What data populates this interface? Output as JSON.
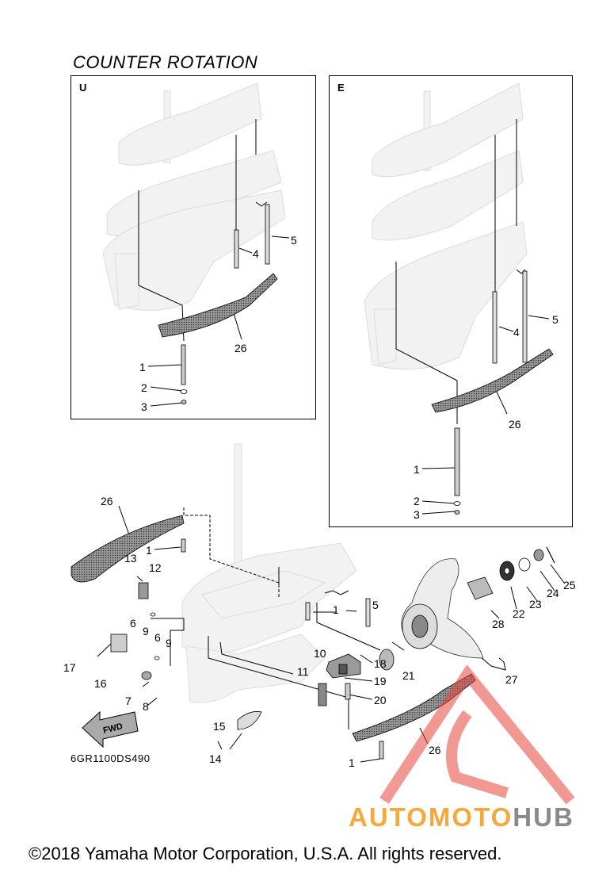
{
  "title": "COUNTER ROTATION",
  "boxes": {
    "u": {
      "label": "U"
    },
    "e": {
      "label": "E"
    }
  },
  "diagram_code": "6GR1100DS490",
  "fwd_label": "FWD",
  "logo": {
    "part1": "AUTO",
    "part2": "MOTO",
    "part3": "HUB"
  },
  "copyright": "©2018 Yamaha Motor Corporation, U.S.A. All rights reserved.",
  "callouts": {
    "u_1": "1",
    "u_2": "2",
    "u_3": "3",
    "u_4": "4",
    "u_5": "5",
    "u_26": "26",
    "e_1": "1",
    "e_2": "2",
    "e_3": "3",
    "e_4": "4",
    "e_5": "5",
    "e_26": "26",
    "m_26a": "26",
    "m_1a": "1",
    "m_13": "13",
    "m_12": "12",
    "m_6a": "6",
    "m_9a": "9",
    "m_17": "17",
    "m_16": "16",
    "m_6b": "6",
    "m_9b": "9",
    "m_7": "7",
    "m_8": "8",
    "m_15": "15",
    "m_14": "14",
    "m_10": "10",
    "m_11": "11",
    "m_1b": "1",
    "m_5": "5",
    "m_18": "18",
    "m_19": "19",
    "m_20": "20",
    "m_21": "21",
    "m_26b": "26",
    "m_1c": "1",
    "m_27": "27",
    "m_28": "28",
    "m_22": "22",
    "m_23": "23",
    "m_24": "24",
    "m_25": "25"
  },
  "colors": {
    "logo_orange": "#f4a93c",
    "logo_grey": "#8a8a8a",
    "watermark_red": "#e8453c"
  }
}
